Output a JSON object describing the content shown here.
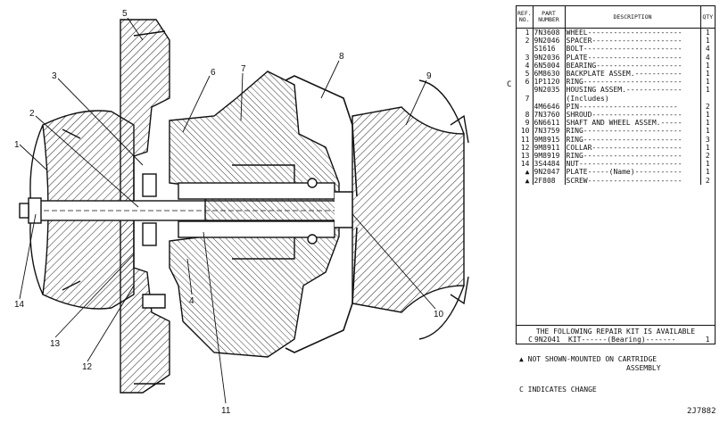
{
  "table": {
    "headers": {
      "ref": "REF. NO.",
      "part_number": "PART NUMBER",
      "description": "DESCRIPTION",
      "qty": "QTY"
    },
    "rows": [
      {
        "no": "1",
        "pn": "7N3608",
        "desc": "WHEEL----------------------",
        "qty": "1"
      },
      {
        "no": "2",
        "pn": "9N2046",
        "desc": "SPACER---------------------",
        "qty": "1"
      },
      {
        "no": "",
        "pn": "S1616",
        "desc": "BOLT-----------------------",
        "qty": "4"
      },
      {
        "no": "3",
        "pn": "9N2036",
        "desc": "PLATE----------------------",
        "qty": "4"
      },
      {
        "no": "4",
        "pn": "6N5004",
        "desc": "BEARING--------------------",
        "qty": "1"
      },
      {
        "no": "5",
        "pn": "6M8630",
        "desc": "BACKPLATE ASSEM.-----------",
        "qty": "1"
      },
      {
        "no": "6",
        "pn": "1P1120",
        "desc": "RING-----------------------",
        "qty": "1"
      },
      {
        "no": "",
        "pn": "9N2035",
        "desc": "HOUSING ASSEM.-------------",
        "qty": "1"
      },
      {
        "no": "7",
        "pn": "",
        "desc": "     (Includes)",
        "qty": ""
      },
      {
        "no": "",
        "pn": "4M6646",
        "desc": "  PIN-----------------------",
        "qty": "2"
      },
      {
        "no": "8",
        "pn": "7N3760",
        "desc": "SHROUD---------------------",
        "qty": "1"
      },
      {
        "no": "9",
        "pn": "6N6611",
        "desc": "SHAFT AND WHEEL ASSEM.-----",
        "qty": "1"
      },
      {
        "no": "10",
        "pn": "7N3759",
        "desc": "RING-----------------------",
        "qty": "1"
      },
      {
        "no": "11",
        "pn": "9M8915",
        "desc": "RING-----------------------",
        "qty": "3"
      },
      {
        "no": "12",
        "pn": "9M8911",
        "desc": "COLLAR---------------------",
        "qty": "1"
      },
      {
        "no": "13",
        "pn": "9M8919",
        "desc": "RING-----------------------",
        "qty": "2"
      },
      {
        "no": "14",
        "pn": "3S4484",
        "desc": "NUT------------------------",
        "qty": "1"
      },
      {
        "no": "▲",
        "pn": "9N2047",
        "desc": "PLATE-----(Name)-----------",
        "qty": "1"
      },
      {
        "no": "▲",
        "pn": "2F808",
        "desc": "SCREW----------------------",
        "qty": "2"
      }
    ]
  },
  "repair_kit": {
    "heading": "THE FOLLOWING REPAIR KIT IS AVAILABLE",
    "pn": "9N2041",
    "desc": "KIT------(Bearing)-------",
    "qty": "1",
    "mark": "C"
  },
  "change_mark": "C",
  "notes": {
    "not_shown": "▲ NOT SHOWN-MOUNTED ON CARTRIDGE",
    "not_shown_2": "ASSEMBLY",
    "indicates_change": "C INDICATES CHANGE"
  },
  "figure_number": "2J7882",
  "callouts": {
    "c1": "1",
    "c2": "2",
    "c3": "3",
    "c4": "4",
    "c5": "5",
    "c6": "6",
    "c7": "7",
    "c8": "8",
    "c9": "9",
    "c10": "10",
    "c11": "11",
    "c12": "12",
    "c13": "13",
    "c14": "14"
  }
}
